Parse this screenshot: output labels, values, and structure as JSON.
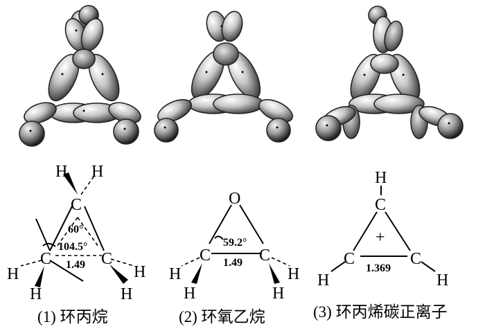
{
  "molecules": [
    {
      "caption": "(1) 环丙烷",
      "angle_top": "60°",
      "angle_inner": "104.5°",
      "bond_length": "1.49"
    },
    {
      "caption": "(2) 环氧乙烷",
      "angle": "59.2°",
      "bond_length": "1.49"
    },
    {
      "caption": "(3) 环丙烯碳正离子",
      "charge": "+",
      "bond_length": "1.369"
    }
  ],
  "atoms": {
    "carbon": "C",
    "hydrogen": "H",
    "oxygen": "O"
  }
}
